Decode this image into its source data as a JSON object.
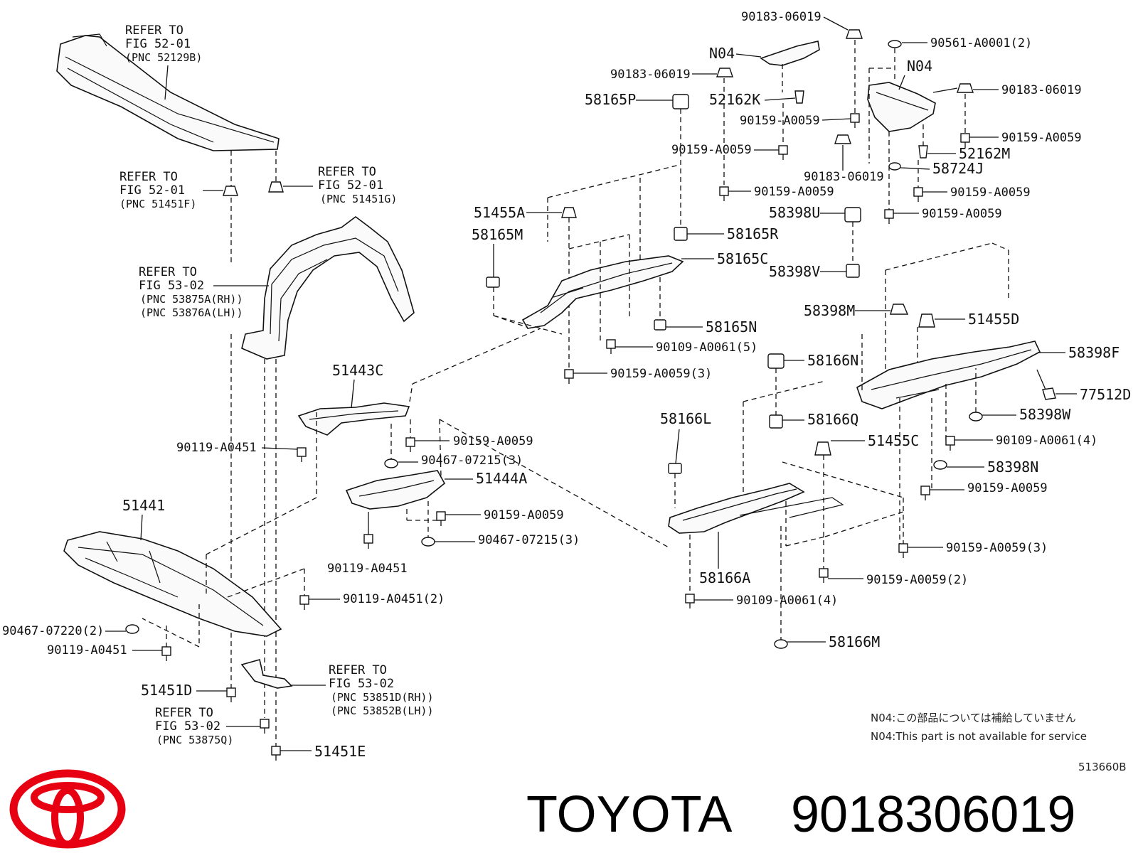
{
  "labels": {
    "refer_52129b_1": "REFER TO",
    "refer_52129b_2": "FIG 52-01",
    "refer_52129b_3": "(PNC 52129B)",
    "refer_51451f_1": "REFER TO",
    "refer_51451f_2": "FIG 52-01",
    "refer_51451f_3": "(PNC 51451F)",
    "refer_51451g_1": "REFER TO",
    "refer_51451g_2": "FIG 52-01",
    "refer_51451g_3": "(PNC 51451G)",
    "refer_53875a_1": "REFER TO",
    "refer_53875a_2": "FIG 53-02",
    "refer_53875a_3": "(PNC 53875A(RH))",
    "refer_53875a_4": "(PNC 53876A(LH))",
    "refer_53851d_1": "REFER TO",
    "refer_53851d_2": "FIG 53-02",
    "refer_53851d_3": "(PNC 53851D(RH))",
    "refer_53851d_4": "(PNC 53852B(LH))",
    "refer_53875q_1": "REFER TO",
    "refer_53875q_2": "FIG 53-02",
    "refer_53875q_3": "(PNC 53875Q)",
    "p51443C": "51443C",
    "p90119_a0451_a": "90119-A0451",
    "p90159_a0059_a": "90159-A0059",
    "p90467_07215_a": "90467-07215(3)",
    "p51444A": "51444A",
    "p90159_a0059_b": "90159-A0059",
    "p90467_07215_b": "90467-07215(3)",
    "p90119_a0451_b": "90119-A0451",
    "p51441": "51441",
    "p90119_a0451_2": "90119-A0451(2)",
    "p90467_07220_2": "90467-07220(2)",
    "p90119_a0451_c": "90119-A0451",
    "p51451D": "51451D",
    "p51451E": "51451E",
    "p90183_06019_a": "90183-06019",
    "pN04_a": "N04",
    "p90183_06019_b": "90183-06019",
    "p58165P": "58165P",
    "p52162K": "52162K",
    "p90159_a0059_c": "90159-A0059",
    "p90159_a0059_d": "90159-A0059",
    "p90561": "90561-A0001(2)",
    "pN04_b": "N04",
    "p90183_06019_c": "90183-06019",
    "p90159_a0059_e": "90159-A0059",
    "p52162M": "52162M",
    "p90183_06019_d": "90183-06019",
    "p58724J": "58724J",
    "p90159_a0059_f": "90159-A0059",
    "p90159_a0059_g": "90159-A0059",
    "p58398U": "58398U",
    "p90159_a0059_h": "90159-A0059",
    "p51455A": "51455A",
    "p58165M": "58165M",
    "p58165R": "58165R",
    "p58165C": "58165C",
    "p58398V": "58398V",
    "p58398M": "58398M",
    "p51455D": "51455D",
    "p58165N": "58165N",
    "p90109_a0061_5": "90109-A0061(5)",
    "p90159_a0059_3a": "90159-A0059(3)",
    "p58166N": "58166N",
    "p58398F": "58398F",
    "p77512D": "77512D",
    "p58166L": "58166L",
    "p58166Q": "58166Q",
    "p58398W": "58398W",
    "p51455C": "51455C",
    "p90109_a0061_4a": "90109-A0061(4)",
    "p58398N": "58398N",
    "p90159_a0059_i": "90159-A0059",
    "p90159_a0059_3b": "90159-A0059(3)",
    "p58166A": "58166A",
    "p90159_a0059_2": "90159-A0059(2)",
    "p90109_a0061_4b": "90109-A0061(4)",
    "p58166M": "58166M"
  },
  "notes": {
    "n04_jp": "N04:この部品については補給していません",
    "n04_en": "N04:This part is not available for service",
    "diagram_code": "513660B"
  },
  "brand": {
    "name": "TOYOTA",
    "part_number": "9018306019",
    "logo": "toyota-logo",
    "logo_color": "#e60012"
  }
}
